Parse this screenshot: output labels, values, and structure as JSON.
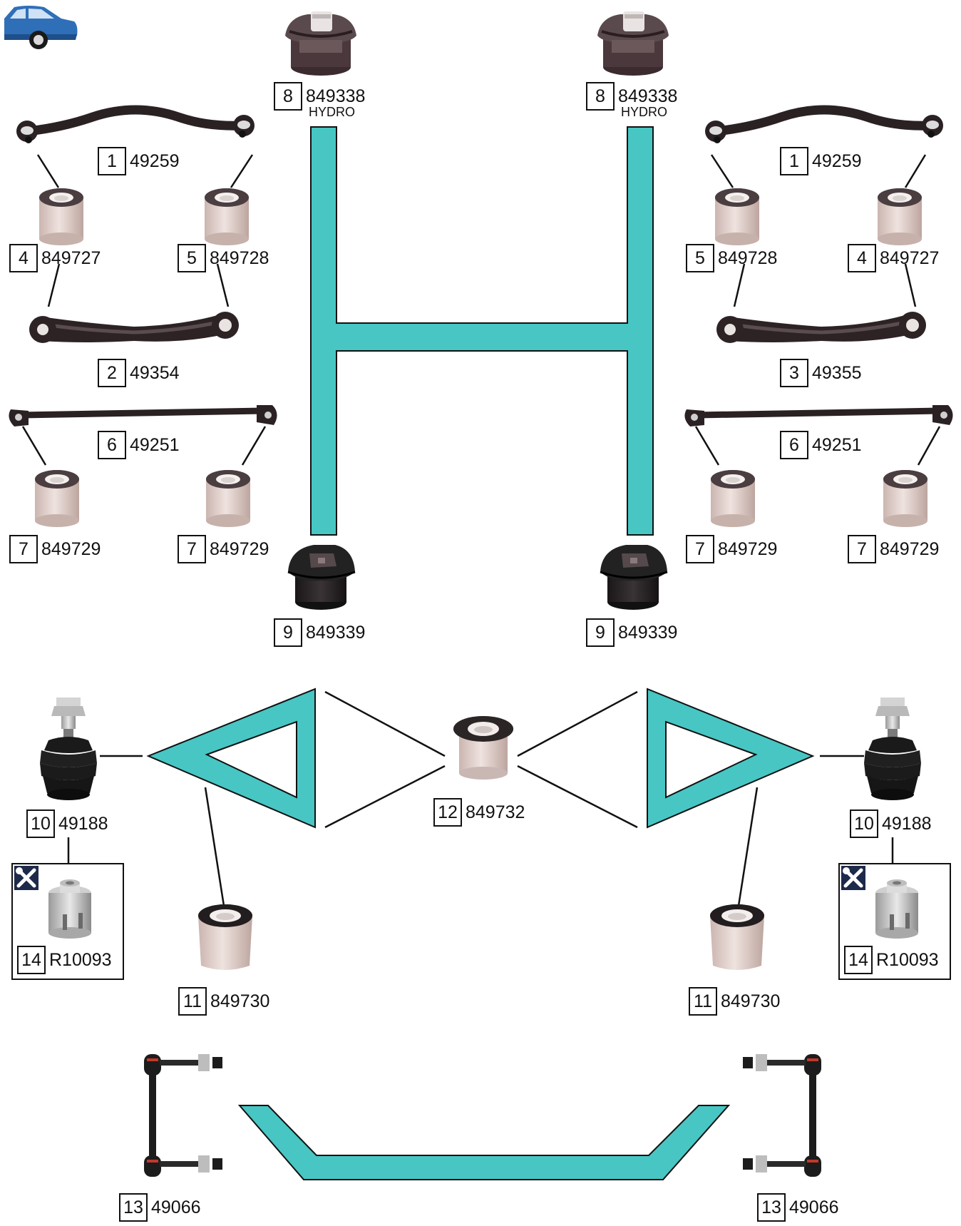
{
  "parts": {
    "p8_left": {
      "num": "8",
      "code": "849338",
      "note": "HYDRO"
    },
    "p8_right": {
      "num": "8",
      "code": "849338",
      "note": "HYDRO"
    },
    "p1_left": {
      "num": "1",
      "code": "49259"
    },
    "p1_right": {
      "num": "1",
      "code": "49259"
    },
    "p4_left": {
      "num": "4",
      "code": "849727"
    },
    "p5_left": {
      "num": "5",
      "code": "849728"
    },
    "p5_right": {
      "num": "5",
      "code": "849728"
    },
    "p4_right": {
      "num": "4",
      "code": "849727"
    },
    "p2_left": {
      "num": "2",
      "code": "49354"
    },
    "p3_right": {
      "num": "3",
      "code": "49355"
    },
    "p6_left": {
      "num": "6",
      "code": "49251"
    },
    "p6_right": {
      "num": "6",
      "code": "49251"
    },
    "p7_a": {
      "num": "7",
      "code": "849729"
    },
    "p7_b": {
      "num": "7",
      "code": "849729"
    },
    "p7_c": {
      "num": "7",
      "code": "849729"
    },
    "p7_d": {
      "num": "7",
      "code": "849729"
    },
    "p9_left": {
      "num": "9",
      "code": "849339"
    },
    "p9_right": {
      "num": "9",
      "code": "849339"
    },
    "p10_left": {
      "num": "10",
      "code": "49188"
    },
    "p10_right": {
      "num": "10",
      "code": "49188"
    },
    "p12": {
      "num": "12",
      "code": "849732"
    },
    "p14_left": {
      "num": "14",
      "code": "R10093"
    },
    "p14_right": {
      "num": "14",
      "code": "R10093"
    },
    "p11_left": {
      "num": "11",
      "code": "849730"
    },
    "p11_right": {
      "num": "11",
      "code": "849730"
    },
    "p13_left": {
      "num": "13",
      "code": "49066"
    },
    "p13_right": {
      "num": "13",
      "code": "49066"
    }
  },
  "colors": {
    "frame": "#47c6c4",
    "rubber_dark": "#2b2426",
    "rubber_light": "#e7d8d3",
    "arm": "#2a2123",
    "car_blue": "#2f6fb8"
  },
  "icons": {
    "vehicle": "car-icon",
    "tool": "wrench-screwdriver-icon"
  }
}
